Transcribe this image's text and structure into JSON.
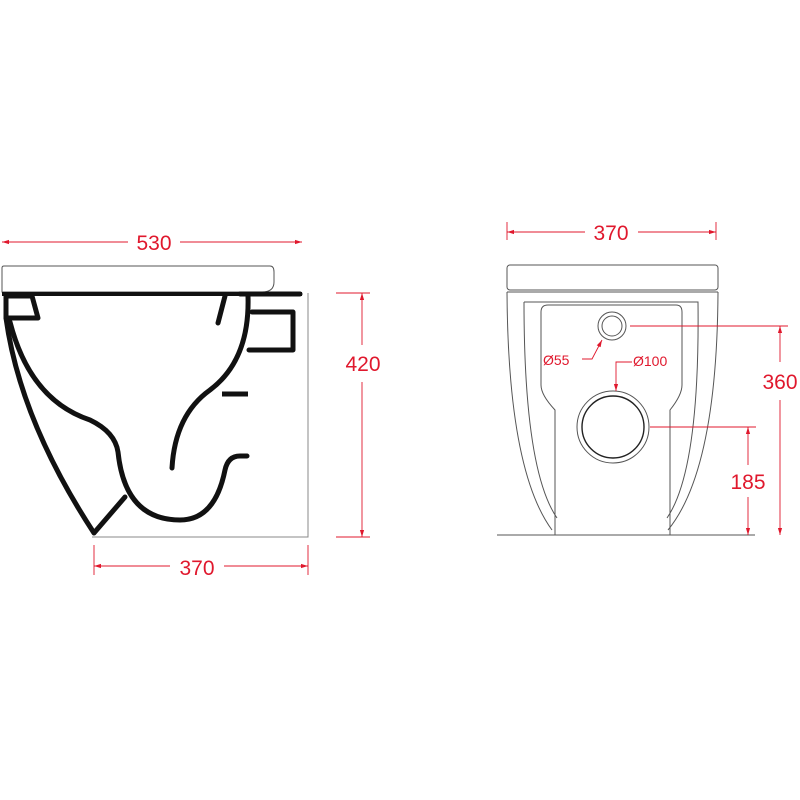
{
  "side_view": {
    "overall_length": "530",
    "height": "420",
    "base_depth": "370"
  },
  "rear_view": {
    "width": "370",
    "inlet_height": "360",
    "outlet_height": "185",
    "inlet_diameter": "Ø55",
    "outlet_diameter": "Ø100"
  },
  "colors": {
    "dimension": "#e0182d",
    "outline": "#111111"
  }
}
